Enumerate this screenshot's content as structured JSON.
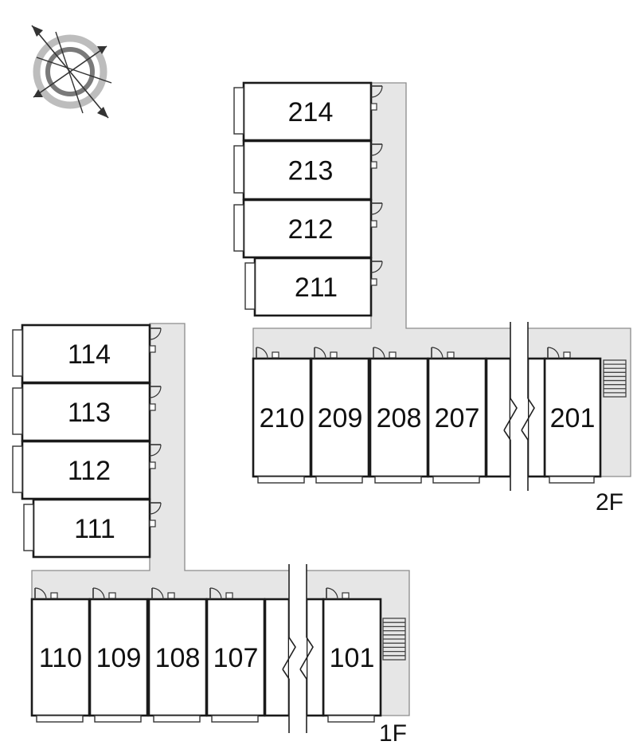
{
  "floors": [
    {
      "label": "1F",
      "column_units": [
        "114",
        "113",
        "112",
        "111"
      ],
      "row_units": [
        "110",
        "109",
        "108",
        "107",
        "101"
      ]
    },
    {
      "label": "2F",
      "column_units": [
        "214",
        "213",
        "212",
        "211"
      ],
      "row_units": [
        "210",
        "209",
        "208",
        "207",
        "201"
      ]
    }
  ],
  "icons": {
    "compass": "compass-rose-icon",
    "stairs": "staircase-icon",
    "door": "door-swing-icon",
    "break": "break-line-icon"
  },
  "colors": {
    "corridor": "#e6e6e6",
    "walls": "#1a1a1a"
  }
}
